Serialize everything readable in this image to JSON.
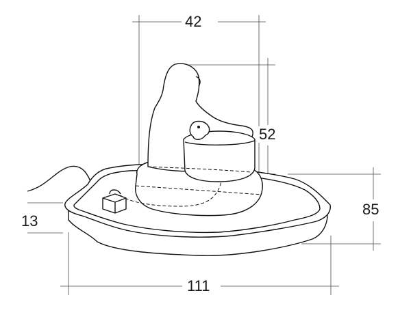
{
  "diagram": {
    "dimensions": {
      "width_top": "42",
      "height_figure": "52",
      "height_total": "85",
      "rim_height": "13",
      "width_base": "111"
    },
    "colors": {
      "line": "#111111",
      "dimension_line": "#4a4a4a",
      "background": "#ffffff"
    }
  }
}
